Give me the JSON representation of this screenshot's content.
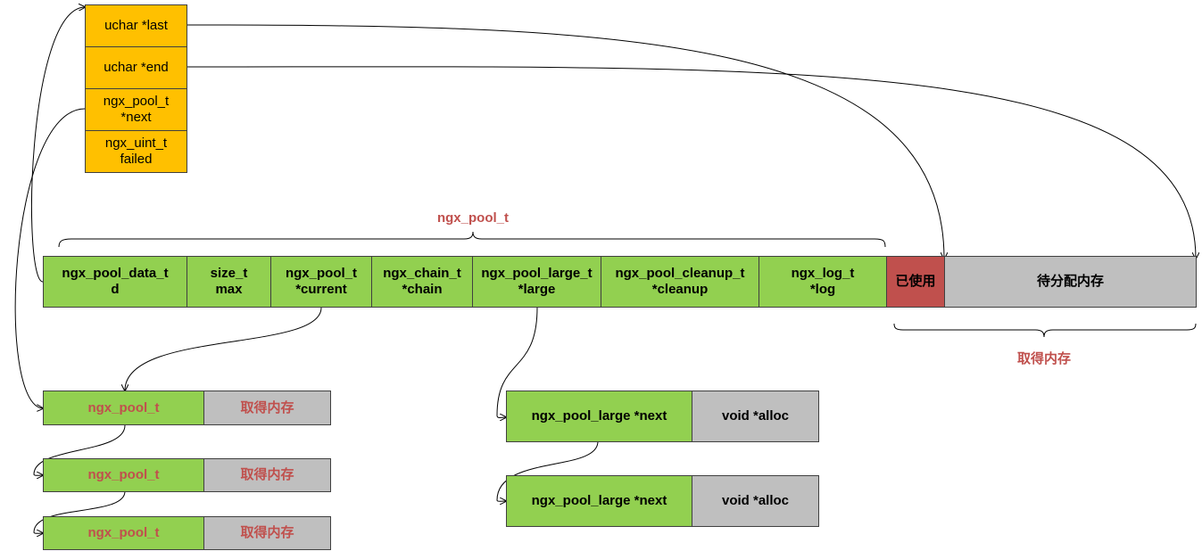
{
  "data_block": {
    "fields": [
      "uchar *last",
      "uchar *end",
      "ngx_pool_t\n*next",
      "ngx_uint_t\nfailed"
    ]
  },
  "pool": {
    "title": "ngx_pool_t",
    "fields": [
      "ngx_pool_data_t\nd",
      "size_t\nmax",
      "ngx_pool_t\n*current",
      "ngx_chain_t\n*chain",
      "ngx_pool_large_t\n*large",
      "ngx_pool_cleanup_t\n*cleanup",
      "ngx_log_t\n*log"
    ],
    "used_label": "已使用",
    "free_label": "待分配内存",
    "obtain_label": "取得内存"
  },
  "pool_chain": [
    {
      "name": "ngx_pool_t",
      "mem": "取得内存"
    },
    {
      "name": "ngx_pool_t",
      "mem": "取得内存"
    },
    {
      "name": "ngx_pool_t",
      "mem": "取得内存"
    }
  ],
  "large_chain": [
    {
      "name": "ngx_pool_large *next",
      "alloc": "void *alloc"
    },
    {
      "name": "ngx_pool_large *next",
      "alloc": "void *alloc"
    }
  ],
  "colors": {
    "orange": "#ffc000",
    "green": "#92d050",
    "gray": "#bfbfbf",
    "red": "#c0504d"
  }
}
